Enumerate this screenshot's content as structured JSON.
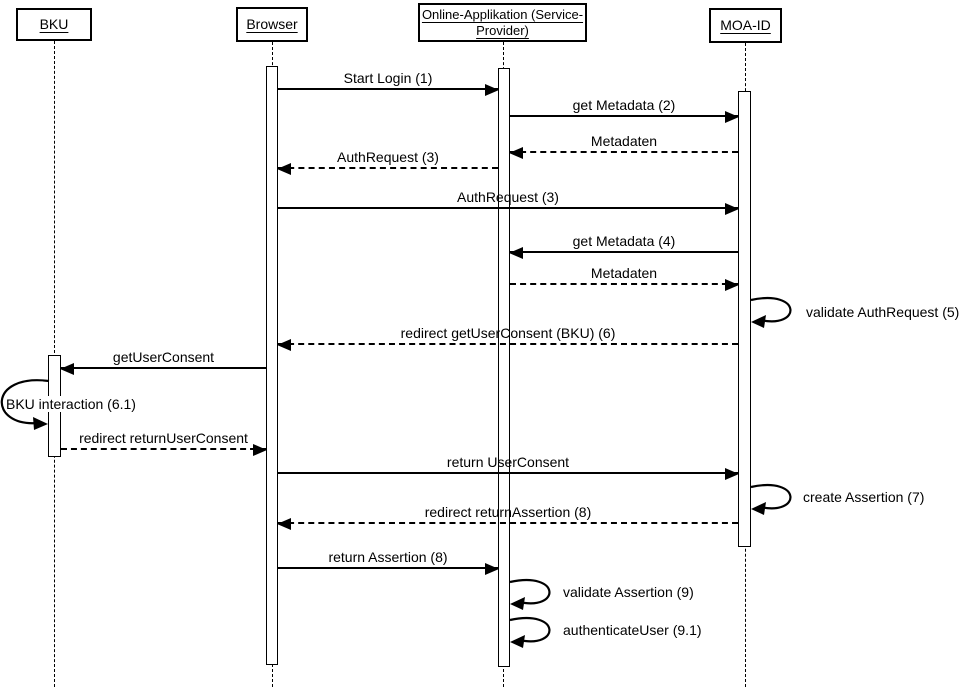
{
  "diagram": {
    "type": "uml-sequence-diagram",
    "background_color": "#ffffff",
    "line_color": "#000000",
    "actors": [
      {
        "name": "BKU",
        "lines": [
          "BKU"
        ]
      },
      {
        "name": "Browser",
        "lines": [
          "Browser"
        ]
      },
      {
        "name": "Online-Applikation (Service-Provider)",
        "lines": [
          "Online-Applikation (Service-",
          "Provider)"
        ]
      },
      {
        "name": "MOA-ID",
        "lines": [
          "MOA-ID"
        ]
      }
    ],
    "messages": [
      {
        "label": "Start Login (1)",
        "from": "Browser",
        "to": "Online-Applikation (Service-Provider)",
        "line": "solid"
      },
      {
        "label": "get Metadata (2)",
        "from": "Online-Applikation (Service-Provider)",
        "to": "MOA-ID",
        "line": "solid"
      },
      {
        "label": "Metadaten",
        "from": "MOA-ID",
        "to": "Online-Applikation (Service-Provider)",
        "line": "dashed"
      },
      {
        "label": "AuthRequest (3)",
        "from": "Online-Applikation (Service-Provider)",
        "to": "Browser",
        "line": "dashed"
      },
      {
        "label": "AuthRequest (3)",
        "from": "Browser",
        "to": "MOA-ID",
        "line": "solid"
      },
      {
        "label": "get Metadata (4)",
        "from": "MOA-ID",
        "to": "Online-Applikation (Service-Provider)",
        "line": "solid"
      },
      {
        "label": "Metadaten",
        "from": "Online-Applikation (Service-Provider)",
        "to": "MOA-ID",
        "line": "dashed"
      },
      {
        "label": "validate AuthRequest (5)",
        "from": "MOA-ID",
        "to": "MOA-ID",
        "line": "self"
      },
      {
        "label": "redirect getUserConsent (BKU) (6)",
        "from": "MOA-ID",
        "to": "Browser",
        "line": "dashed"
      },
      {
        "label": "getUserConsent",
        "from": "Browser",
        "to": "BKU",
        "line": "solid"
      },
      {
        "label": "BKU interaction (6.1)",
        "from": "BKU",
        "to": "BKU",
        "line": "self"
      },
      {
        "label": "redirect returnUserConsent",
        "from": "BKU",
        "to": "Browser",
        "line": "dashed"
      },
      {
        "label": "return UserConsent",
        "from": "Browser",
        "to": "MOA-ID",
        "line": "solid"
      },
      {
        "label": "create Assertion (7)",
        "from": "MOA-ID",
        "to": "MOA-ID",
        "line": "self"
      },
      {
        "label": "redirect returnAssertion (8)",
        "from": "MOA-ID",
        "to": "Browser",
        "line": "dashed"
      },
      {
        "label": "return Assertion (8)",
        "from": "Browser",
        "to": "Online-Applikation (Service-Provider)",
        "line": "solid"
      },
      {
        "label": "validate Assertion (9)",
        "from": "Online-Applikation (Service-Provider)",
        "to": "Online-Applikation (Service-Provider)",
        "line": "self"
      },
      {
        "label": "authenticateUser (9.1)",
        "from": "Online-Applikation (Service-Provider)",
        "to": "Online-Applikation (Service-Provider)",
        "line": "self"
      }
    ]
  }
}
